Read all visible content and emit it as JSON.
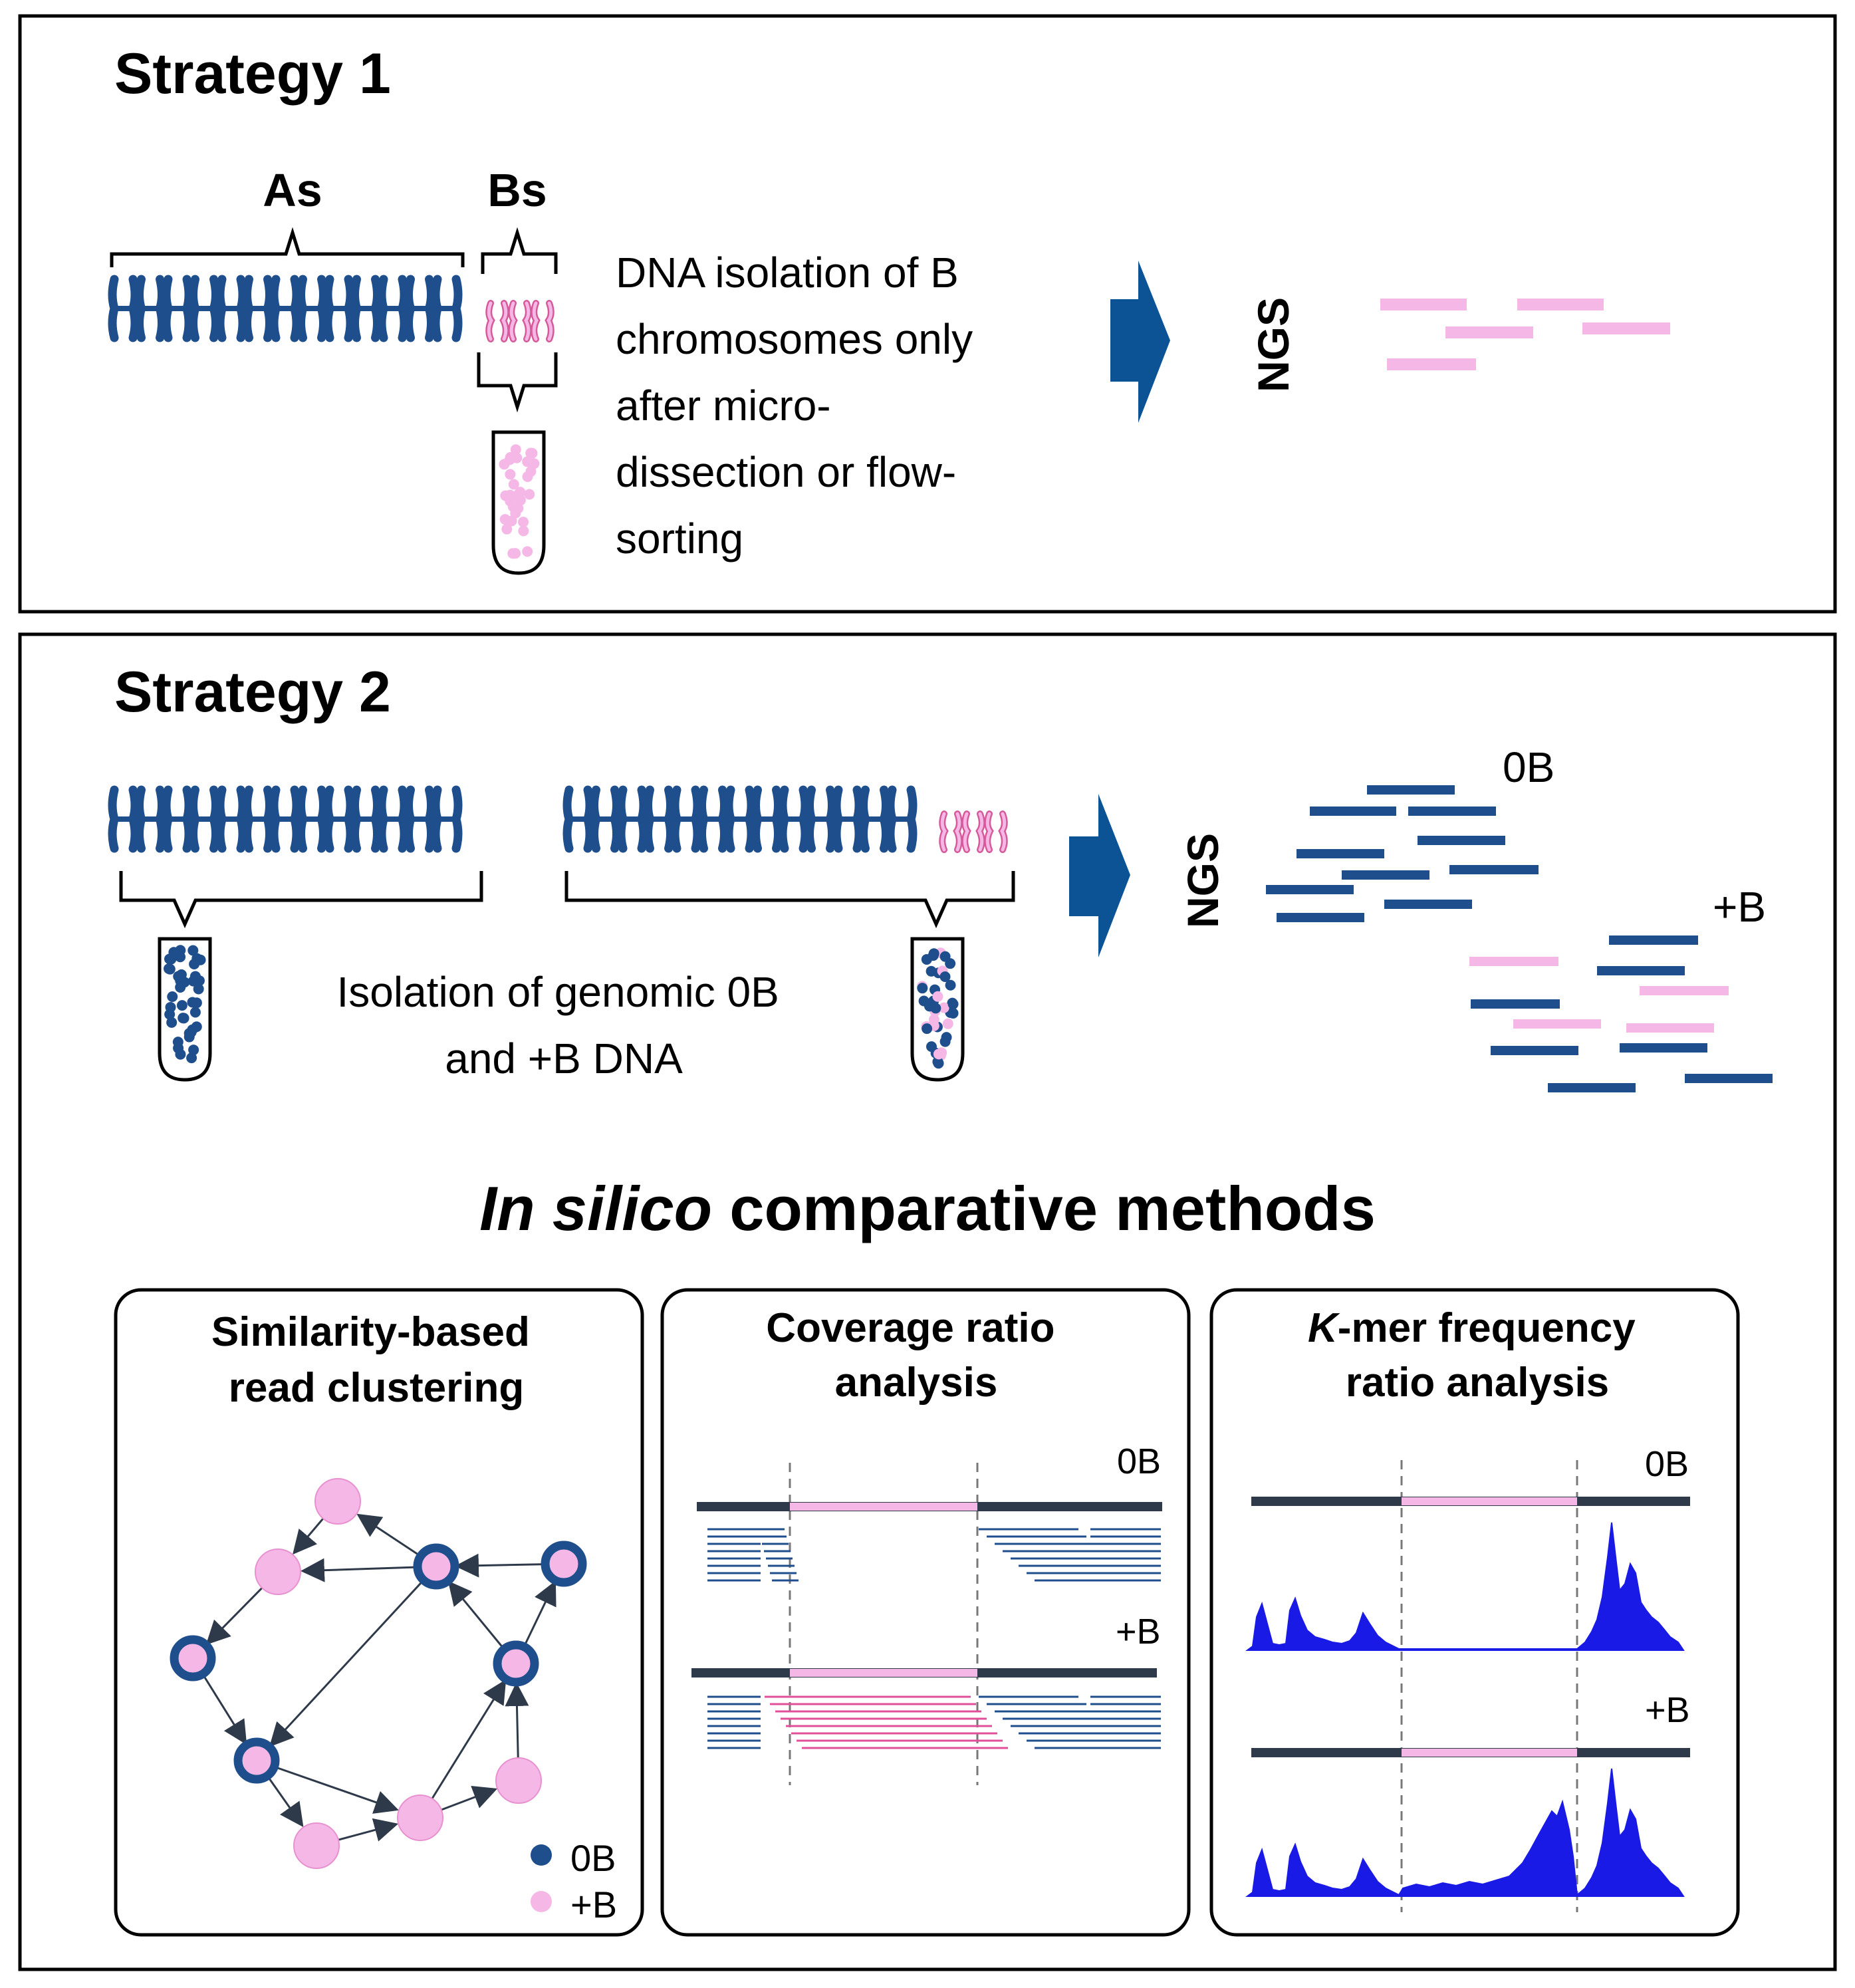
{
  "strategy1": {
    "title": "Strategy 1",
    "label_as": "As",
    "label_bs": "Bs",
    "description_lines": [
      "DNA isolation of B",
      "chromosomes only",
      "after micro-",
      "dissection or flow-",
      "sorting"
    ],
    "ngs_label": "NGS"
  },
  "strategy2": {
    "title": "Strategy 2",
    "description_lines": [
      "Isolation of genomic 0B",
      "and +B DNA"
    ],
    "ngs_label": "NGS",
    "label_0b": "0B",
    "label_plus_b": "+B"
  },
  "in_silico": {
    "title_italic": "In silico",
    "title_rest": " comparative methods"
  },
  "panels": {
    "similarity": {
      "title_lines": [
        "Similarity-based",
        "read clustering"
      ],
      "legend": [
        {
          "label": "0B",
          "color": "#1f4e8c"
        },
        {
          "label": "+B",
          "color": "#f5b8e6"
        }
      ]
    },
    "coverage": {
      "title_lines": [
        "Coverage ratio",
        "analysis"
      ],
      "label_0b": "0B",
      "label_plus_b": "+B"
    },
    "kmer": {
      "title_italic": "K",
      "title_line1_rest": "-mer frequency",
      "title_line2": "ratio analysis",
      "label_0b": "0B",
      "label_plus_b": "+B"
    }
  },
  "colors": {
    "a_chromosome": "#1f4e8c",
    "b_chromosome": "#f5b8e6",
    "b_outline": "#d65a9a",
    "arrow": "#0b5394",
    "track": "#2e3a4a",
    "peak": "#1a1ae6"
  }
}
